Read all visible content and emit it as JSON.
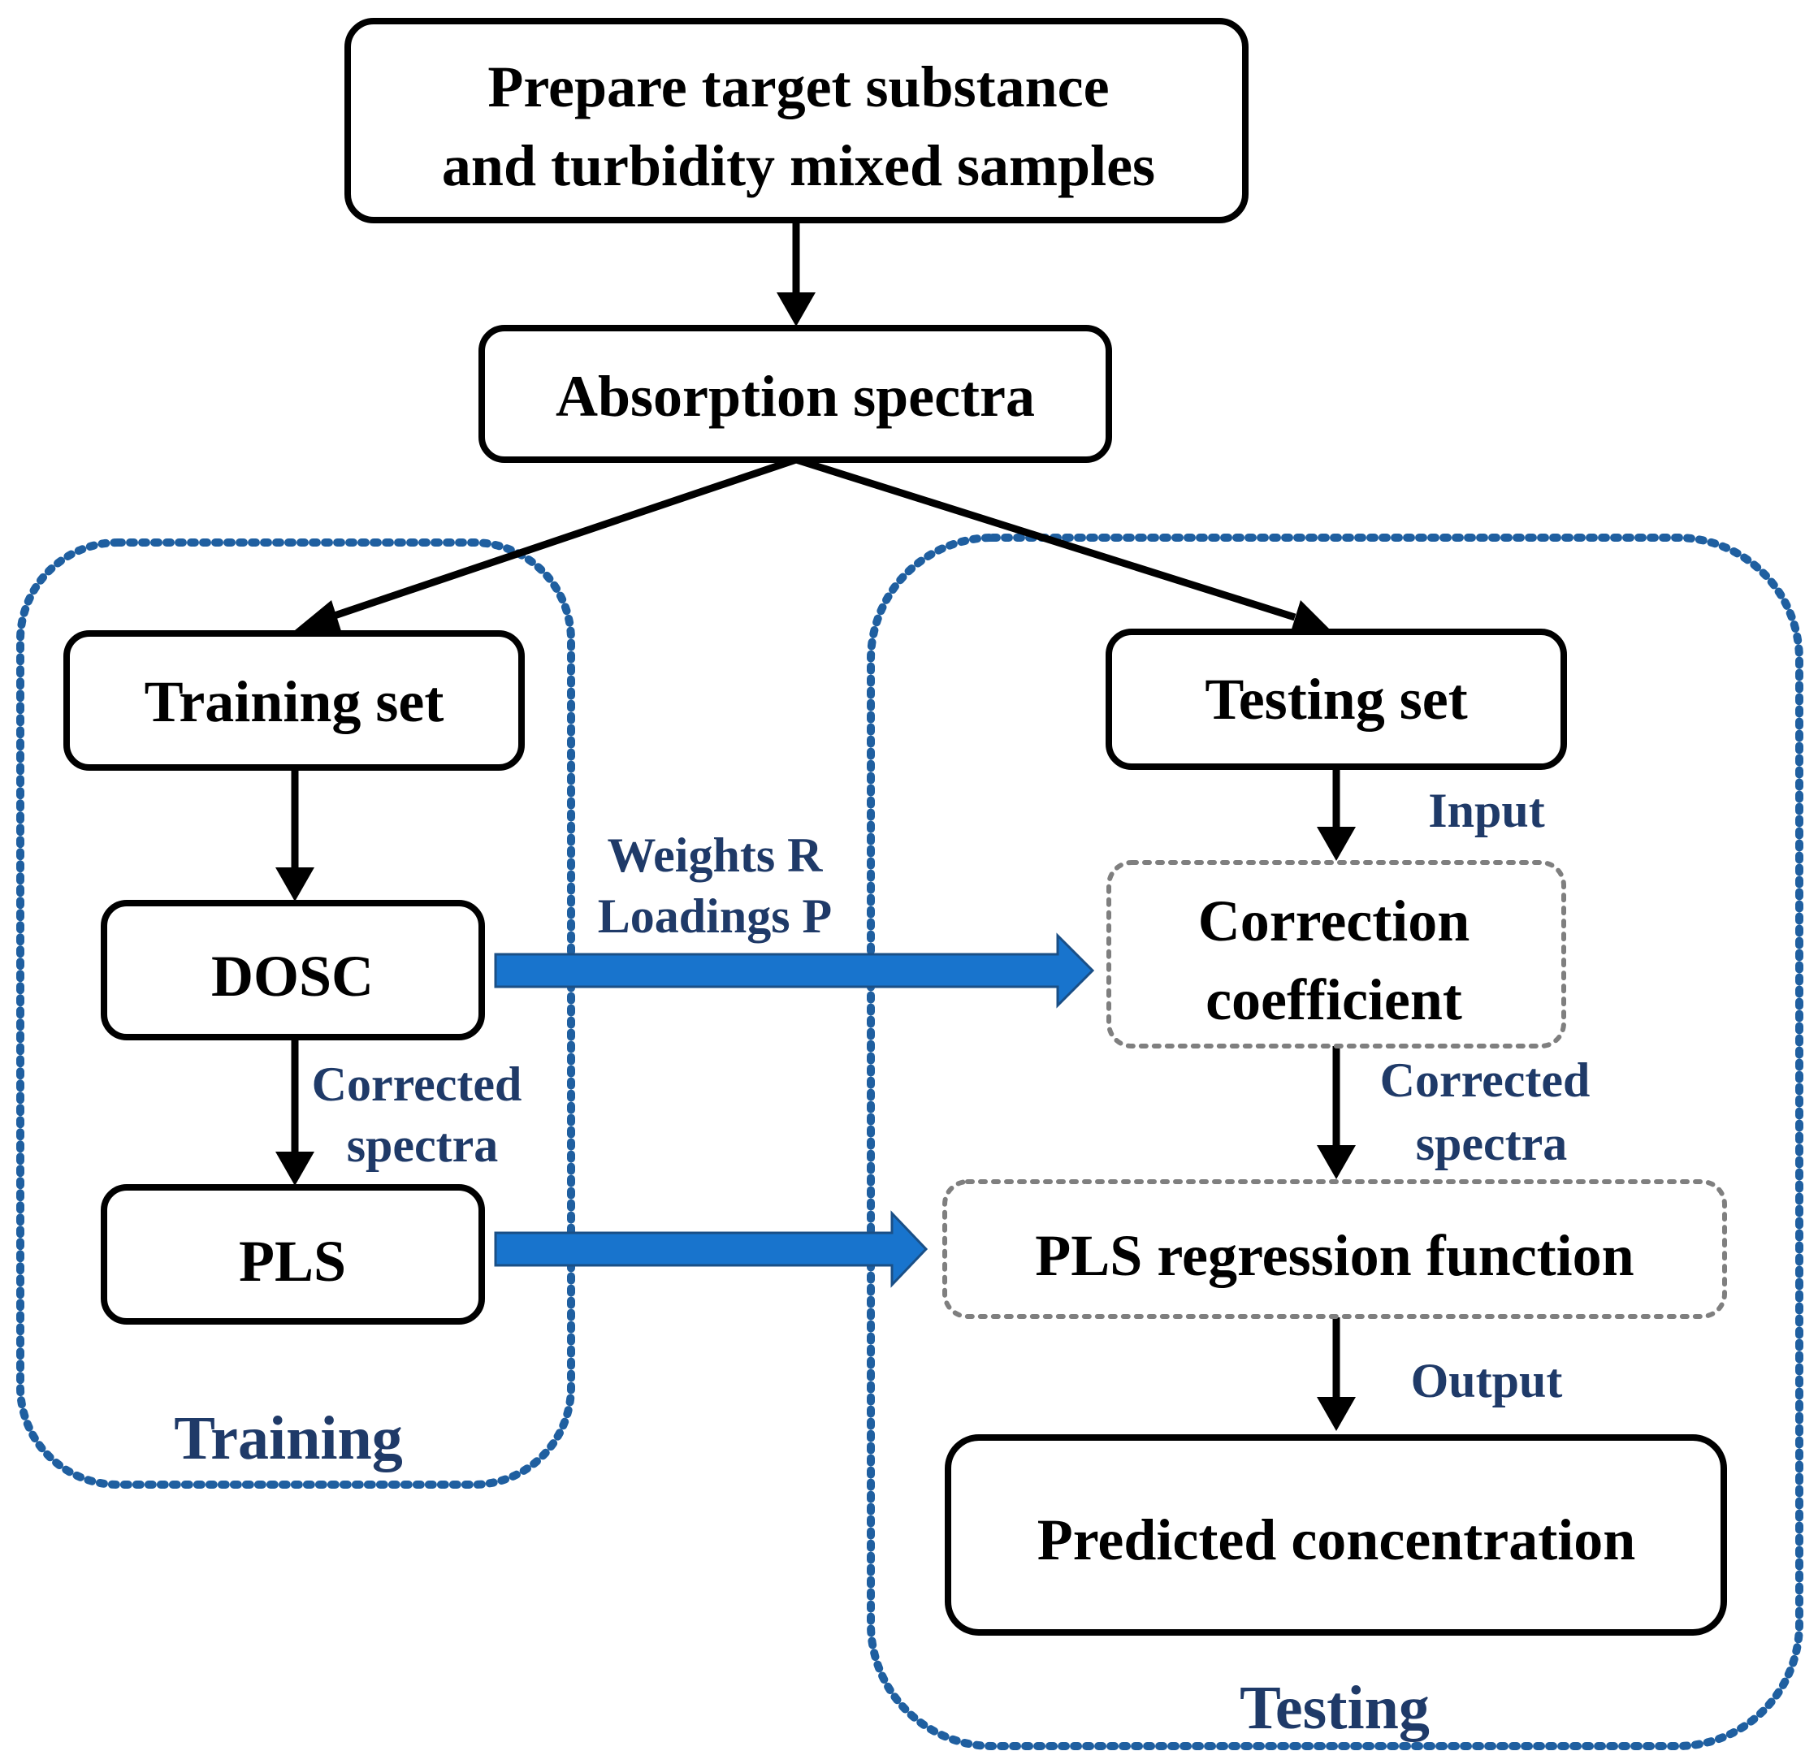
{
  "nodes": {
    "prepare": {
      "line1": "Prepare target substance",
      "line2": "and turbidity mixed samples"
    },
    "absorption": {
      "label": "Absorption spectra"
    },
    "training_set": {
      "label": "Training set"
    },
    "testing_set": {
      "label": "Testing set"
    },
    "dosc": {
      "label": "DOSC"
    },
    "pls": {
      "label": "PLS"
    },
    "correction": {
      "line1": "Correction",
      "line2": "coefficient"
    },
    "pls_regression": {
      "label": "PLS regression function"
    },
    "predicted": {
      "label": "Predicted concentration"
    }
  },
  "edge_labels": {
    "weights": "Weights R",
    "loadings": "Loadings P",
    "corrected_left_1": "Corrected",
    "corrected_left_2": "spectra",
    "corrected_right_1": "Corrected",
    "corrected_right_2": "spectra",
    "input": "Input",
    "output": "Output"
  },
  "regions": {
    "training": "Training",
    "testing": "Testing"
  },
  "colors": {
    "region_border": "#1f5fa0",
    "label_text": "#1f3a68",
    "transfer_arrow": "#1874cd",
    "dotted_box_border": "#7f7f7f"
  }
}
